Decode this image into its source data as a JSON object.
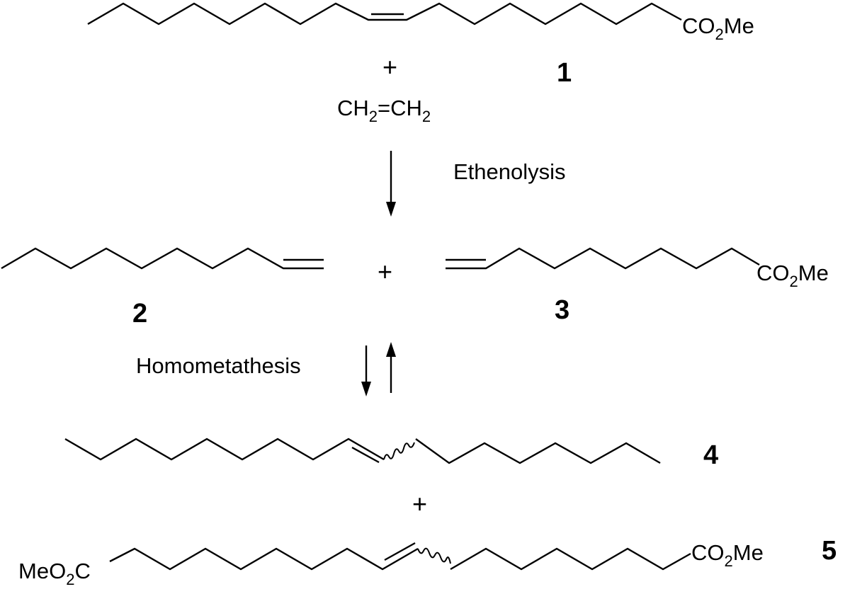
{
  "compounds": {
    "c1": {
      "number": "1",
      "group_right": {
        "a": "CO",
        "sub": "2",
        "b": "Me"
      }
    },
    "c2": {
      "number": "2"
    },
    "c3": {
      "number": "3",
      "group_right": {
        "a": "CO",
        "sub": "2",
        "b": "Me"
      }
    },
    "c4": {
      "number": "4"
    },
    "c5": {
      "number": "5",
      "group_left": {
        "a": "MeO",
        "sub": "2",
        "b": "C"
      },
      "group_right": {
        "a": "CO",
        "sub": "2",
        "b": "Me"
      }
    }
  },
  "reagent": {
    "a": "CH",
    "sub1": "2",
    "mid": "=CH",
    "sub2": "2"
  },
  "plus": "+",
  "steps": {
    "ethenolysis": "Ethenolysis",
    "homometathesis": "Homometathesis"
  }
}
